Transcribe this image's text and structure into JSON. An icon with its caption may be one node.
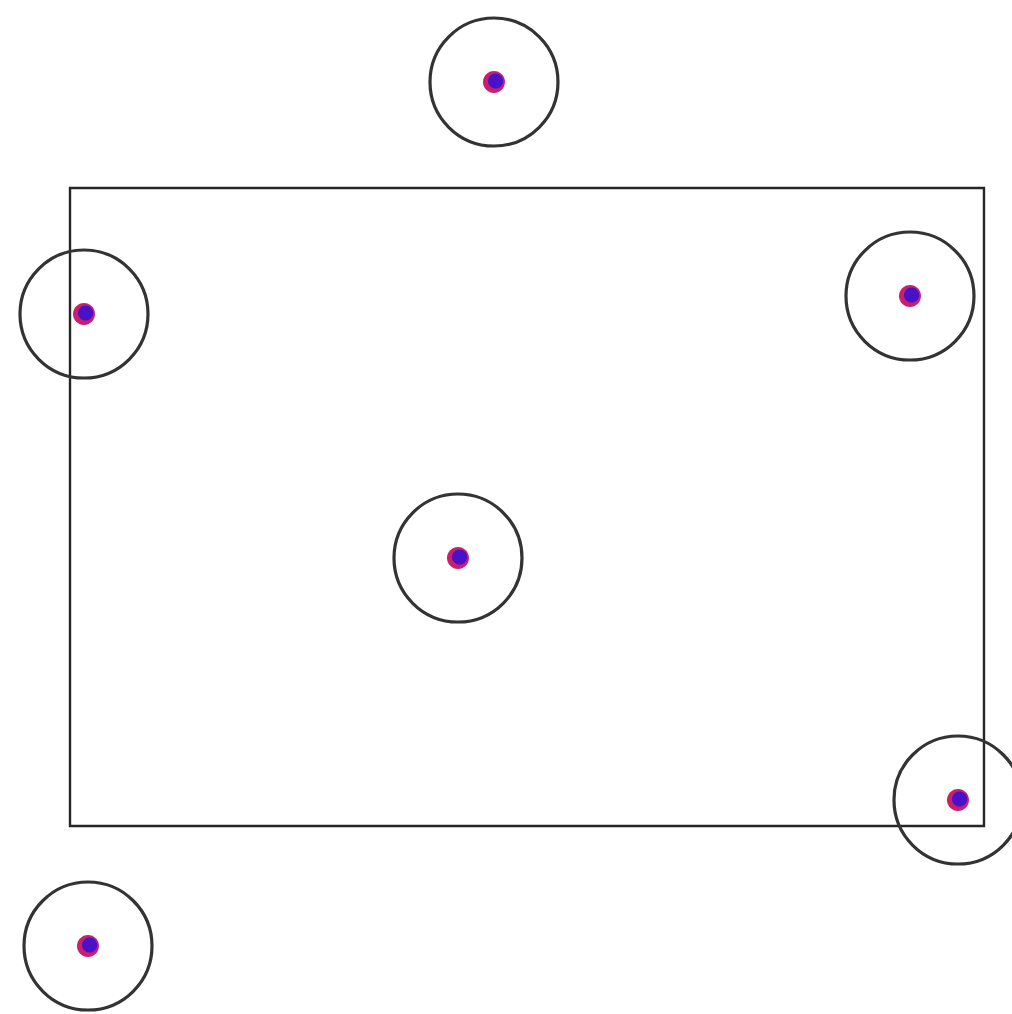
{
  "diagram": {
    "nodes": [
      {
        "text": [],
        "shape": "circle"
      },
      {
        "text": [],
        "shape": "box"
      },
      {
        "text": [],
        "shape": "circle"
      },
      {
        "text": [],
        "shape": "circle",
        "in": 1
      },
      {
        "text": [],
        "shape": "circle",
        "in": 1
      },
      {
        "text": [],
        "shape": "circle"
      },
      {
        "text": [],
        "shape": "circle"
      }
    ]
  }
}
